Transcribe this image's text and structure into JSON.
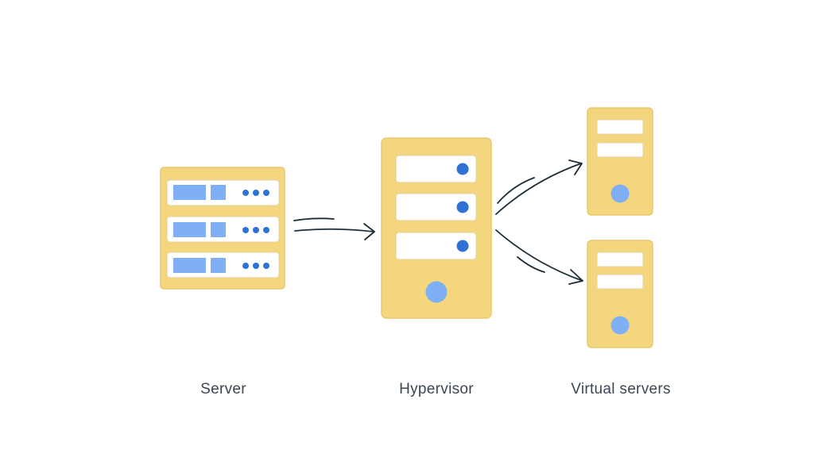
{
  "labels": {
    "server": "Server",
    "hypervisor": "Hypervisor",
    "virtual_servers": "Virtual servers"
  },
  "colors": {
    "box_fill": "#f4d67e",
    "box_stroke": "#e6c565",
    "slot_fill": "#ffffff",
    "indicator_light": "#7fb0f5",
    "indicator_dark": "#2f72d6",
    "arrow": "#1c2e3a",
    "text": "#3b4754"
  },
  "icons": {
    "server": "rack-server-icon",
    "hypervisor": "hypervisor-tower-icon",
    "virtual_server": "tower-server-icon",
    "arrow": "hand-drawn-arrow"
  }
}
